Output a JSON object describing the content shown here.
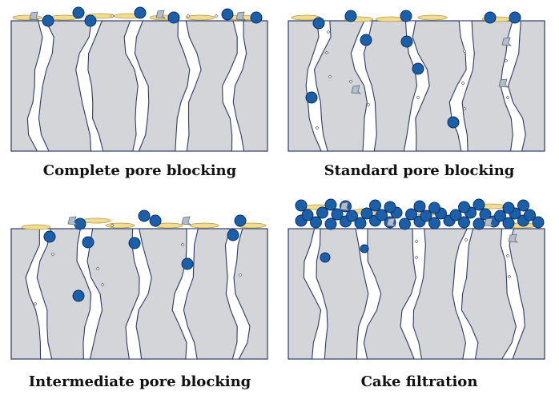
{
  "panels": [
    {
      "id": "complete",
      "caption": "Complete pore blocking"
    },
    {
      "id": "standard",
      "caption": "Standard pore blocking"
    },
    {
      "id": "intermediate",
      "caption": "Intermediate pore blocking"
    },
    {
      "id": "cake",
      "caption": "Cake filtration"
    }
  ],
  "colors": {
    "membrane_fill": "#d4d5d9",
    "membrane_stroke": "#2e3a66",
    "pore_fill": "#ffffff",
    "particle_blue": "#1b5fa8",
    "particle_blue_stroke": "#0c2f66",
    "particle_yellow": "#f1dc96",
    "particle_yellow_stroke": "#b59a3c",
    "particle_gray": "#b3bcc9",
    "particle_gray_stroke": "#5f6b7d"
  }
}
